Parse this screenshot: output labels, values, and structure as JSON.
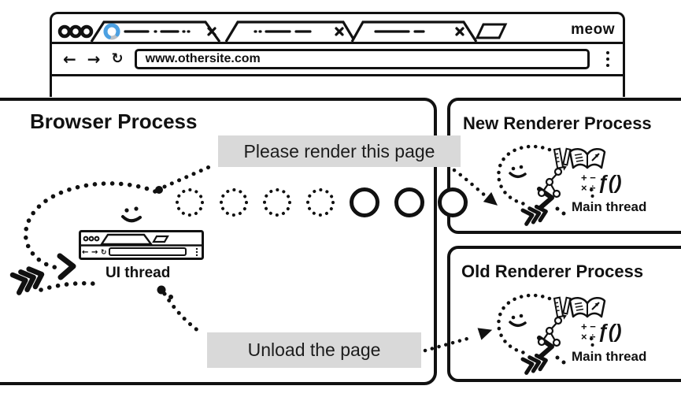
{
  "browser_window": {
    "brand": "meow",
    "nav": {
      "back": "←",
      "forward": "→",
      "reload": "↻"
    },
    "address_bar": {
      "url": "www.othersite.com"
    }
  },
  "diagram": {
    "browser_process": {
      "title": "Browser Process",
      "thread_label": "UI thread"
    },
    "new_renderer_process": {
      "title": "New Renderer Process",
      "thread_label": "Main thread"
    },
    "old_renderer_process": {
      "title": "Old Renderer Process",
      "thread_label": "Main thread"
    },
    "messages": {
      "render_request": "Please render this page",
      "unload_request": "Unload the page"
    },
    "renderer_icons": {
      "function_symbol": "ƒ()",
      "math_top": "+ −",
      "math_bottom": "× ÷"
    }
  },
  "colors": {
    "ink": "#111111",
    "label_bg": "#d9d9d9",
    "spinner_blue": "#4ba0e2",
    "spinner_tail": "#b9c0c7"
  }
}
